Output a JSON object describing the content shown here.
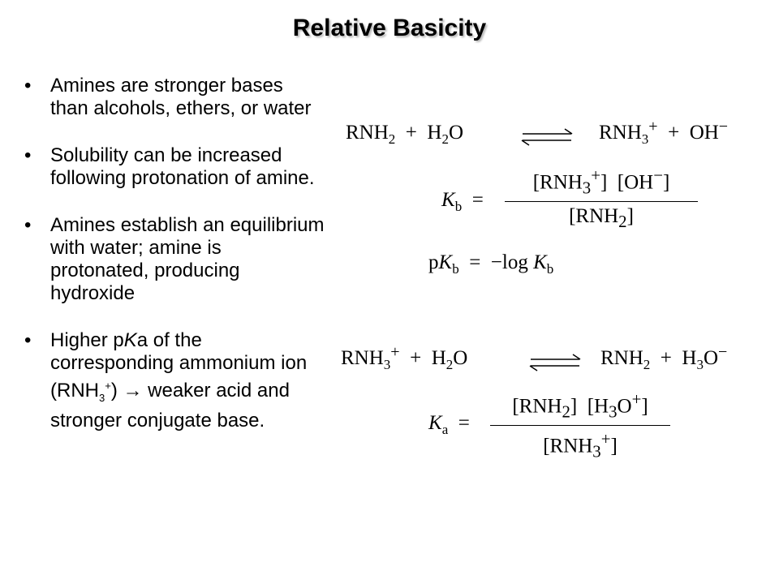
{
  "slide": {
    "title": "Relative Basicity"
  },
  "bullets": {
    "marker": "•",
    "b1": "Amines are stronger bases than alcohols, ethers, or water",
    "b2": "Solubility can be increased following protonation of amine.",
    "b3": "Amines establish an equilibrium with water; amine is protonated, producing hydroxide",
    "b4": {
      "part1": "Higher p",
      "ka_italic": "K",
      "part2": "a of the corresponding ammonium ion (RNH",
      "sub": "3",
      "sup": "+",
      "part3": ") → weaker acid and stronger conjugate base."
    }
  },
  "equations": {
    "reaction1": {
      "rnh": "RNH",
      "n2": "2",
      "plus1": "+",
      "h": "H",
      "h2": "2",
      "o": "O",
      "rnh3": "RNH",
      "n3": "3",
      "charge": "+",
      "plus2": "+",
      "oh": "OH",
      "minus": "−"
    },
    "kb": {
      "k": "K",
      "b": "b",
      "eq": "=",
      "num_a": "[RNH",
      "num_a_sub": "3",
      "num_a_sup": "+",
      "num_a_close": "]",
      "num_b": "[OH",
      "num_b_sup": "−",
      "num_b_close": "]",
      "den": "[RNH",
      "den_sub": "2",
      "den_close": "]"
    },
    "pkb": {
      "p": "p",
      "k": "K",
      "b": "b",
      "eq": "=",
      "rhs": "−log",
      "k2": "K",
      "b2": "b"
    },
    "reaction2": {
      "rnh3": "RNH",
      "n3": "3",
      "charge": "+",
      "plus1": "+",
      "h": "H",
      "h2": "2",
      "o": "O",
      "rnh2": "RNH",
      "n2": "2",
      "plus2": "+",
      "h3o": "H",
      "h3": "3",
      "o2": "O",
      "minus": "−"
    },
    "ka": {
      "k": "K",
      "a": "a",
      "eq": "=",
      "num_a": "[RNH",
      "num_a_sub": "2",
      "num_a_close": "]",
      "num_b": "[H",
      "num_b_sub": "3",
      "num_b_mid": "O",
      "num_b_sup": "+",
      "num_b_close": "]",
      "den": "[RNH",
      "den_sub": "3",
      "den_sup": "+",
      "den_close": "]"
    }
  }
}
